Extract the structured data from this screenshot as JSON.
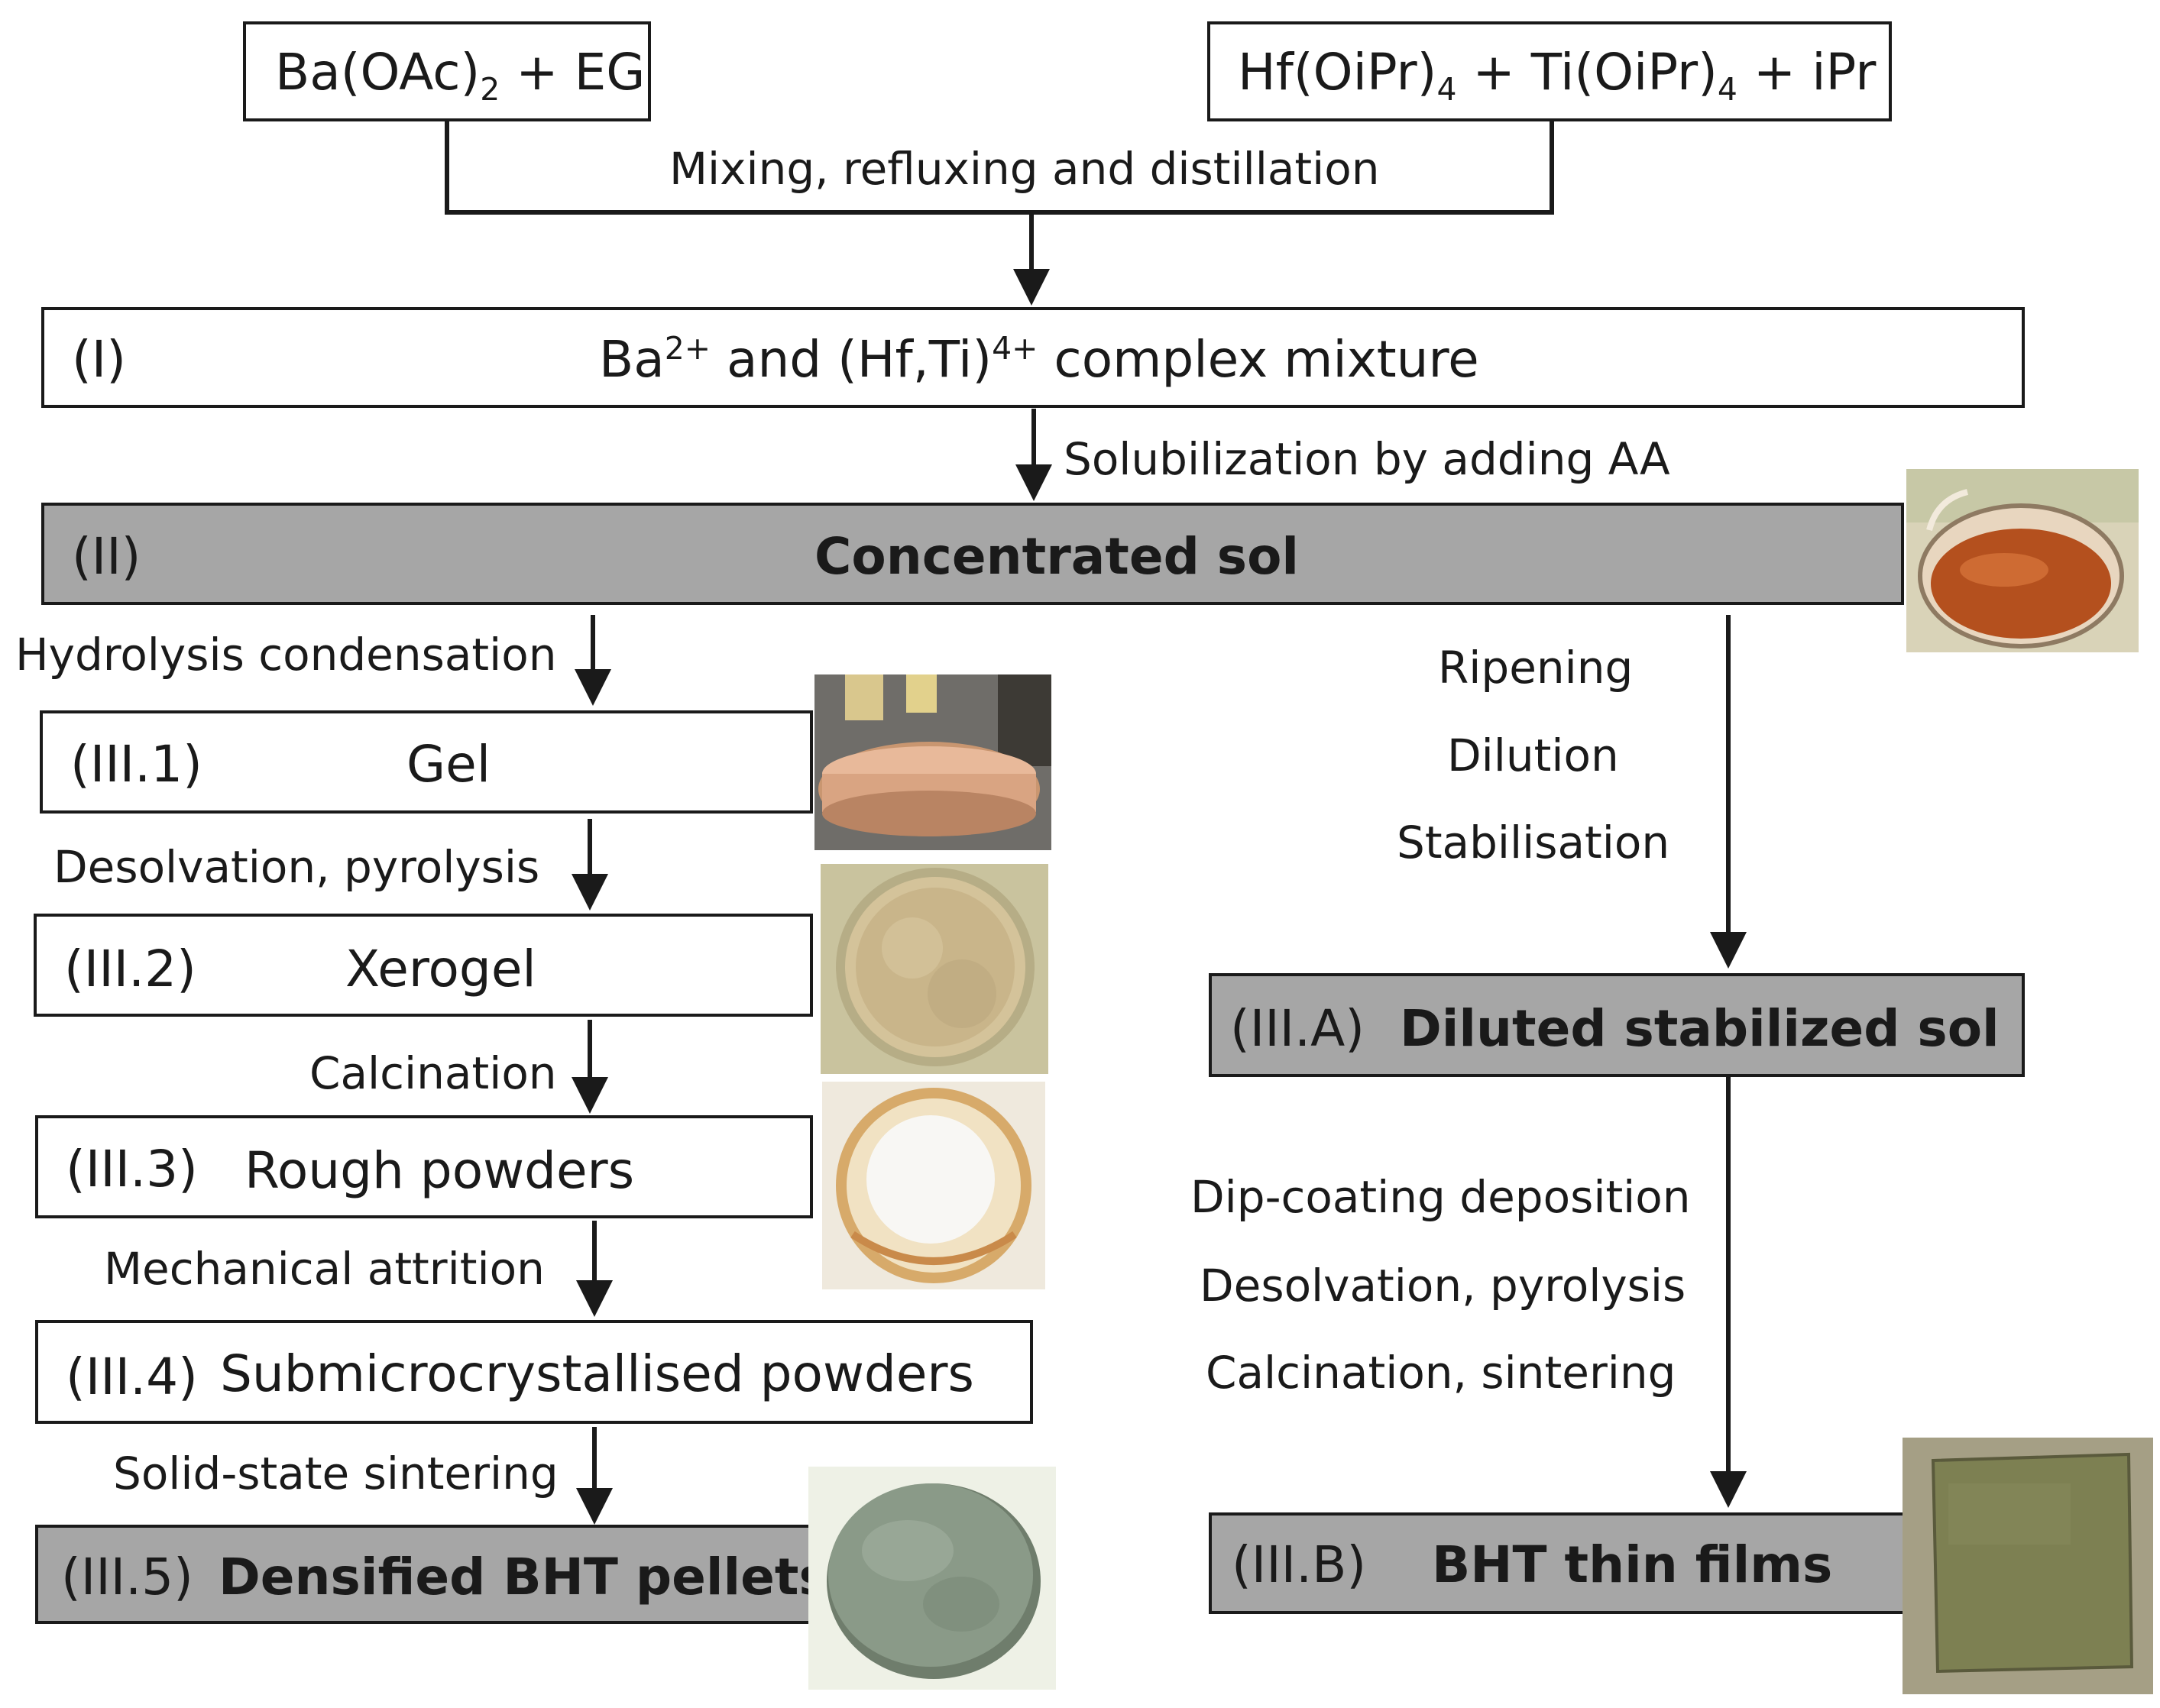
{
  "colors": {
    "grey_box": "#a6a6a6",
    "line": "#1a1a1a",
    "sol": "#b4501e",
    "pellet": "#8a9a88",
    "film": "#7d8052"
  },
  "inputs": {
    "left": {
      "prefix": "Ba(OAc)",
      "sub": "2",
      "suffix": " + EG"
    },
    "right": {
      "p1": "Hf(OiPr)",
      "s1": "4",
      "p2": " + Ti(OiPr)",
      "s2": "4",
      "p3": " + iPr"
    }
  },
  "steps": {
    "mixing": "Mixing, refluxing and distillation",
    "solubilization": "Solubilization by adding AA",
    "hydrolysis": "Hydrolysis condensation",
    "desolvation": "Desolvation, pyrolysis",
    "calcination": "Calcination",
    "attrition": "Mechanical attrition",
    "sintering": "Solid-state sintering",
    "right_top": [
      "Ripening",
      "Dilution",
      "Stabilisation"
    ],
    "right_bottom": [
      "Dip-coating deposition",
      "Desolvation, pyrolysis",
      "Calcination, sintering"
    ]
  },
  "boxes": {
    "I": {
      "label": "(I)",
      "t1": "Ba",
      "s1": "2+",
      "t2": " and (Hf,Ti)",
      "s2": "4+",
      "t3": " complex mixture"
    },
    "II": {
      "label": "(II)",
      "text": "Concentrated sol"
    },
    "III1": {
      "label": "(III.1)",
      "text": "Gel"
    },
    "III2": {
      "label": "(III.2)",
      "text": "Xerogel"
    },
    "III3": {
      "label": "(III.3)",
      "text": "Rough powders"
    },
    "III4": {
      "label": "(III.4)",
      "text": "Submicrocrystallised powders"
    },
    "III5": {
      "label": "(III.5)",
      "text": "Densified BHT pellets"
    },
    "IIIA": {
      "label": "(III.A)",
      "text": "Diluted stabilized sol"
    },
    "IIIB": {
      "label": "(III.B)",
      "text": "BHT thin films"
    }
  },
  "photos": [
    "beaker-of-sol-photo",
    "gel-dish-photo",
    "xerogel-dish-photo",
    "rough-powder-crucible-photo",
    "pellet-photo",
    "thin-film-photo"
  ]
}
